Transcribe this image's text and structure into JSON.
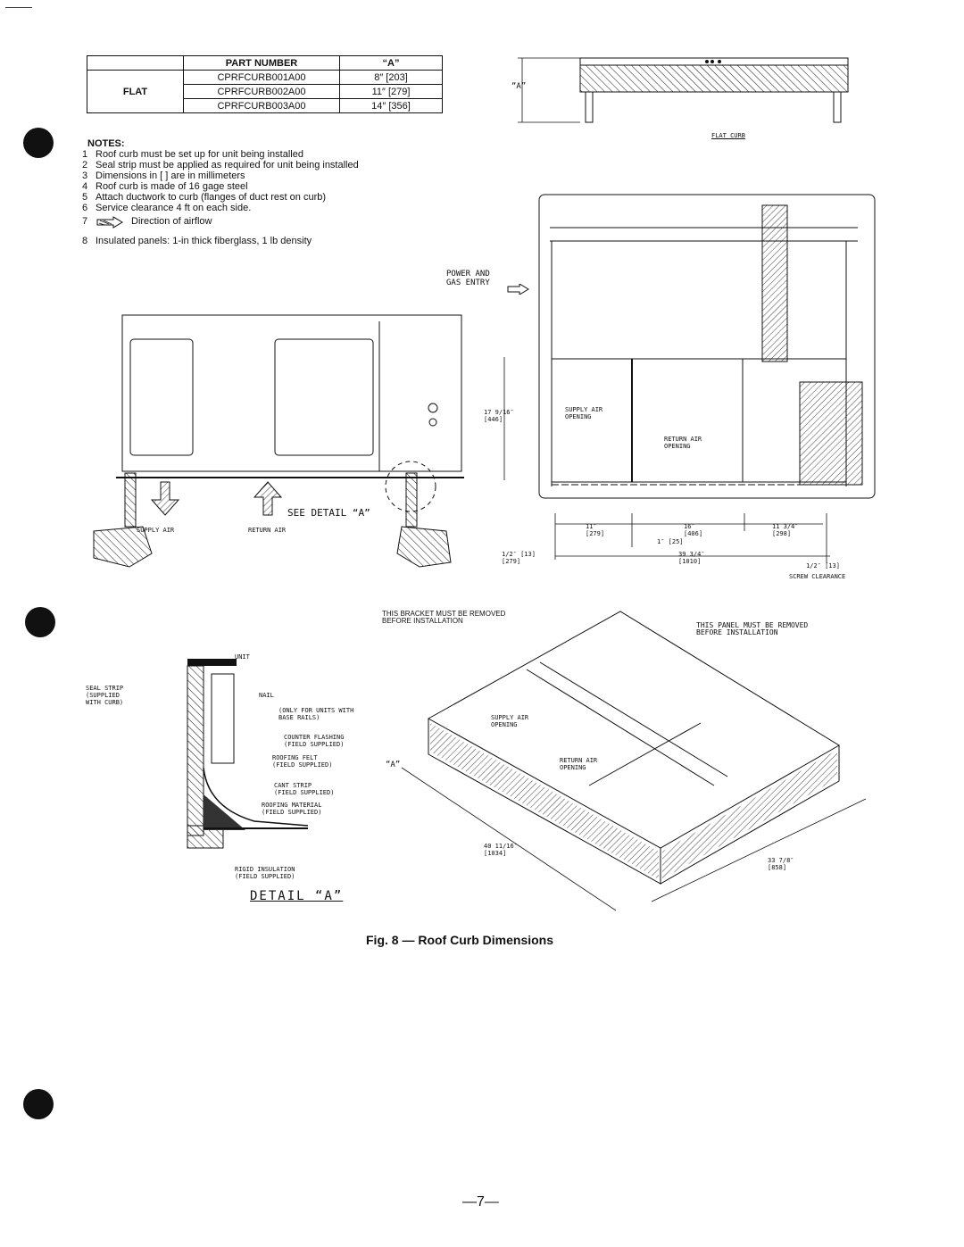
{
  "table": {
    "header_blank": "",
    "col_part": "PART NUMBER",
    "col_a": "“A”",
    "row_label": "FLAT",
    "rows": [
      {
        "part": "CPRFCURB001A00",
        "a": "8″ [203]"
      },
      {
        "part": "CPRFCURB002A00",
        "a": "11″ [279]"
      },
      {
        "part": "CPRFCURB003A00",
        "a": "14″ [356]"
      }
    ]
  },
  "notes": {
    "title": "NOTES:",
    "items": [
      {
        "n": "1",
        "text": "Roof curb must be set up for unit being installed"
      },
      {
        "n": "2",
        "text": "Seal strip must be applied as required for unit being installed"
      },
      {
        "n": "3",
        "text": "Dimensions in [   ] are in millimeters"
      },
      {
        "n": "4",
        "text": "Roof curb is made of 16 gage steel"
      },
      {
        "n": "5",
        "text": "Attach ductwork to curb (flanges of duct rest on curb)"
      },
      {
        "n": "6",
        "text": "Service clearance 4 ft on each side."
      },
      {
        "n": "7",
        "text": "Direction of airflow"
      },
      {
        "n": "8",
        "text": "Insulated panels: 1-in  thick fiberglass, 1 lb density"
      }
    ]
  },
  "side_view": {
    "a_label": "“A”",
    "caption": "FLAT CURB"
  },
  "top_view": {
    "power_gas_1": "POWER AND",
    "power_gas_2": "GAS ENTRY",
    "supply_label": "SUPPLY AIR\nOPENING",
    "return_label": "RETURN AIR\nOPENING",
    "height_dim": "17 9/16″\n[446]",
    "dim_11": "11″\n[279]",
    "dim_16": "16″\n[406]",
    "dim_11_34": "11 3/4″\n[298]",
    "dim_1": "1″ [25]",
    "dim_half_left": "1/2″ [13]\n[279]",
    "dim_39": "39 3/4″\n[1010]",
    "dim_half_right": "1/2″ [13]",
    "screw_clearance": "SCREW CLEARANCE"
  },
  "front_view": {
    "see_detail": "SEE DETAIL “A”",
    "supply_air": "SUPPLY AIR",
    "return_air": "RETURN AIR"
  },
  "detail": {
    "unit": "UNIT",
    "seal_strip": "SEAL STRIP\n(SUPPLIED\nWITH CURB)",
    "nail": "NAIL",
    "only_units": "(ONLY FOR UNITS WITH\nBASE RAILS)",
    "counter_flashing": "COUNTER FLASHING\n(FIELD SUPPLIED)",
    "roofing_felt": "ROOFING FELT\n(FIELD SUPPLIED)",
    "cant_strip": "CANT STRIP\n(FIELD SUPPLIED)",
    "roofing_material": "ROOFING MATERIAL\n(FIELD SUPPLIED)",
    "rigid_insulation": "RIGID INSULATION\n(FIELD SUPPLIED)",
    "title": "DETAIL “A”"
  },
  "iso_view": {
    "bracket_note": "THIS BRACKET MUST BE REMOVED\nBEFORE INSTALLATION",
    "panel_note": "THIS PANEL MUST BE REMOVED\nBEFORE INSTALLATION",
    "supply_air": "SUPPLY AIR\nOPENING",
    "return_air": "RETURN AIR\nOPENING",
    "a_label": "“A”",
    "dim_40": "40 11/16″\n[1034]",
    "dim_33": "33 7/8″\n[858]"
  },
  "caption": "Fig. 8 — Roof Curb Dimensions",
  "page_number": "—7—"
}
